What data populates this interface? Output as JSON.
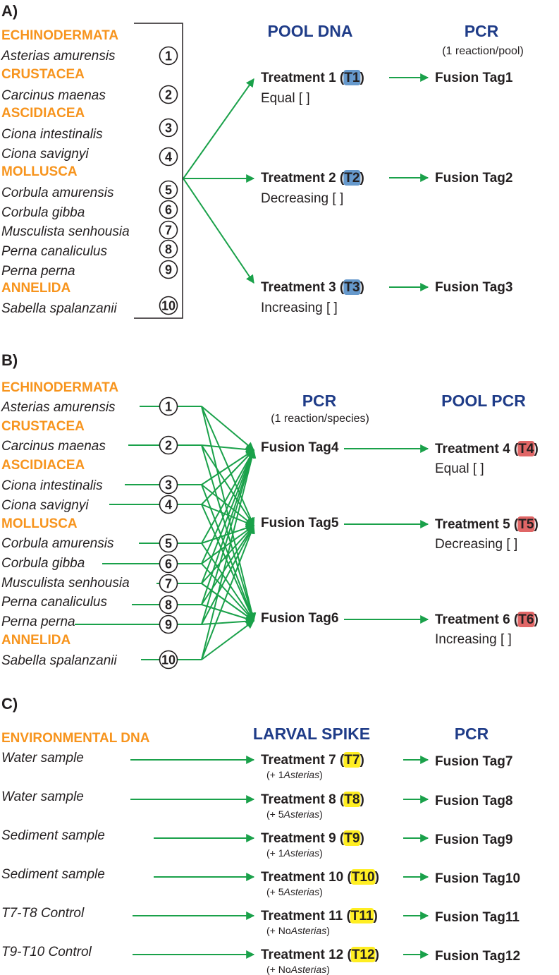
{
  "colors": {
    "phylum": "#f7941d",
    "heading": "#1f3c88",
    "arrow": "#1aa14a",
    "text": "#231f20",
    "tag_blue": "#6699cc",
    "tag_red": "#e06666",
    "tag_yellow": "#ffee22"
  },
  "panelA": {
    "label": "A)",
    "heading_pool": "POOL DNA",
    "heading_pcr": "PCR",
    "heading_pcr_sub": "(1 reaction/pool)",
    "phyla": [
      "ECHINODERMATA",
      "CRUSTACEA",
      "ASCIDIACEA",
      "MOLLUSCA",
      "ANNELIDA"
    ],
    "species": [
      {
        "name": "Asterias amurensis",
        "num": "1"
      },
      {
        "name": "Carcinus maenas",
        "num": "2"
      },
      {
        "name": "Ciona intestinalis",
        "num": "3"
      },
      {
        "name": "Ciona savignyi",
        "num": "4"
      },
      {
        "name": "Corbula amurensis",
        "num": "5"
      },
      {
        "name": "Corbula gibba",
        "num": "6"
      },
      {
        "name": "Musculista senhousia",
        "num": "7"
      },
      {
        "name": "Perna canaliculus",
        "num": "8"
      },
      {
        "name": "Perna perna",
        "num": "9"
      },
      {
        "name": "Sabella spalanzanii",
        "num": "10"
      }
    ],
    "treatments": [
      {
        "name": "Treatment 1 (",
        "tag": "T1",
        "close": ")",
        "conc": "Equal [ ]",
        "fusion": "Fusion Tag1"
      },
      {
        "name": "Treatment 2 (",
        "tag": "T2",
        "close": ")",
        "conc": "Decreasing [ ]",
        "fusion": "Fusion Tag2"
      },
      {
        "name": "Treatment 3 (",
        "tag": "T3",
        "close": ")",
        "conc": "Increasing [ ]",
        "fusion": "Fusion Tag3"
      }
    ]
  },
  "panelB": {
    "label": "B)",
    "heading_pcr": "PCR",
    "heading_pcr_sub": "(1 reaction/species)",
    "heading_pool": "POOL PCR",
    "phyla": [
      "ECHINODERMATA",
      "CRUSTACEA",
      "ASCIDIACEA",
      "MOLLUSCA",
      "ANNELIDA"
    ],
    "species": [
      {
        "name": "Asterias amurensis",
        "num": "1"
      },
      {
        "name": "Carcinus maenas",
        "num": "2"
      },
      {
        "name": "Ciona intestinalis",
        "num": "3"
      },
      {
        "name": "Ciona savignyi",
        "num": "4"
      },
      {
        "name": "Corbula amurensis",
        "num": "5"
      },
      {
        "name": "Corbula gibba",
        "num": "6"
      },
      {
        "name": "Musculista senhousia",
        "num": "7"
      },
      {
        "name": "Perna canaliculus",
        "num": "8"
      },
      {
        "name": "Perna perna",
        "num": "9"
      },
      {
        "name": "Sabella spalanzanii",
        "num": "10"
      }
    ],
    "fusions": [
      "Fusion Tag4",
      "Fusion Tag5",
      "Fusion Tag6"
    ],
    "treatments": [
      {
        "name": "Treatment 4 (",
        "tag": "T4",
        "close": ")",
        "conc": "Equal [ ]"
      },
      {
        "name": "Treatment 5 (",
        "tag": "T5",
        "close": ")",
        "conc": "Decreasing [ ]"
      },
      {
        "name": "Treatment 6 (",
        "tag": "T6",
        "close": ")",
        "conc": "Increasing [ ]"
      }
    ]
  },
  "panelC": {
    "label": "C)",
    "source_heading": "ENVIRONMENTAL DNA",
    "heading_spike": "LARVAL SPIKE",
    "heading_pcr": "PCR",
    "rows": [
      {
        "sample": "Water sample",
        "name": "Treatment 7 (",
        "tag": "T7",
        "close": ")",
        "note_pre": "(+ 1 ",
        "note_it": "Asterias",
        "note_post": ")",
        "fusion": "Fusion Tag7"
      },
      {
        "sample": "Water sample",
        "name": "Treatment 8 (",
        "tag": "T8",
        "close": ")",
        "note_pre": "(+ 5 ",
        "note_it": "Asterias",
        "note_post": ")",
        "fusion": "Fusion Tag8"
      },
      {
        "sample": "Sediment sample",
        "name": "Treatment 9 (",
        "tag": "T9",
        "close": ")",
        "note_pre": "(+ 1 ",
        "note_it": "Asterias",
        "note_post": ")",
        "fusion": "Fusion Tag9"
      },
      {
        "sample": "Sediment sample",
        "name": "Treatment 10 (",
        "tag": "T10",
        "close": ")",
        "note_pre": "(+ 5 ",
        "note_it": "Asterias",
        "note_post": ")",
        "fusion": "Fusion Tag10"
      },
      {
        "sample": "T7-T8 Control",
        "name": "Treatment 11 (",
        "tag": "T11",
        "close": ")",
        "note_pre": "(+ No ",
        "note_it": "Asterias",
        "note_post": ")",
        "fusion": "Fusion Tag11"
      },
      {
        "sample": "T9-T10 Control",
        "name": "Treatment 12 (",
        "tag": "T12",
        "close": ")",
        "note_pre": "(+ No ",
        "note_it": "Asterias",
        "note_post": ")",
        "fusion": "Fusion Tag12"
      }
    ]
  }
}
